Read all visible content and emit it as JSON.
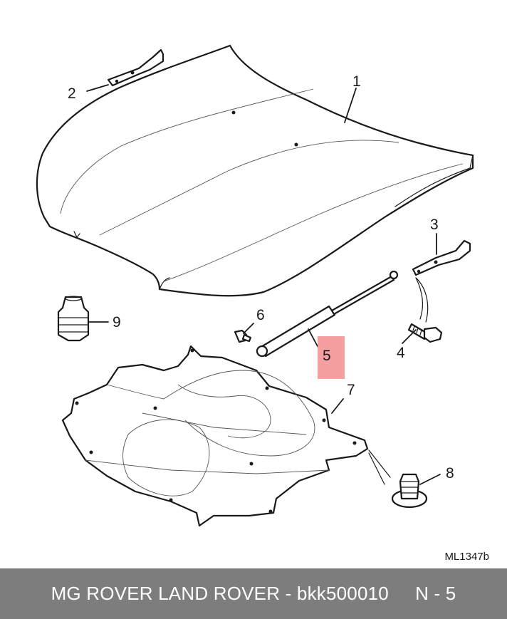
{
  "diagram": {
    "callouts": [
      {
        "id": "callout-1",
        "text": "1"
      },
      {
        "id": "callout-2",
        "text": "2"
      },
      {
        "id": "callout-3",
        "text": "3"
      },
      {
        "id": "callout-4",
        "text": "4"
      },
      {
        "id": "callout-5",
        "text": "5"
      },
      {
        "id": "callout-6",
        "text": "6"
      },
      {
        "id": "callout-7",
        "text": "7"
      },
      {
        "id": "callout-8",
        "text": "8"
      },
      {
        "id": "callout-9",
        "text": "9"
      }
    ],
    "highlighted_callout": "5",
    "highlight_color": "#f4a0a0",
    "reference_code": "ML1347b"
  },
  "footer": {
    "brand": "MG ROVER LAND ROVER",
    "separator": " - ",
    "part_number": "bkk500010",
    "position_label": "N - 5",
    "background_color": "#7d7d7d",
    "text_color": "#ffffff"
  }
}
